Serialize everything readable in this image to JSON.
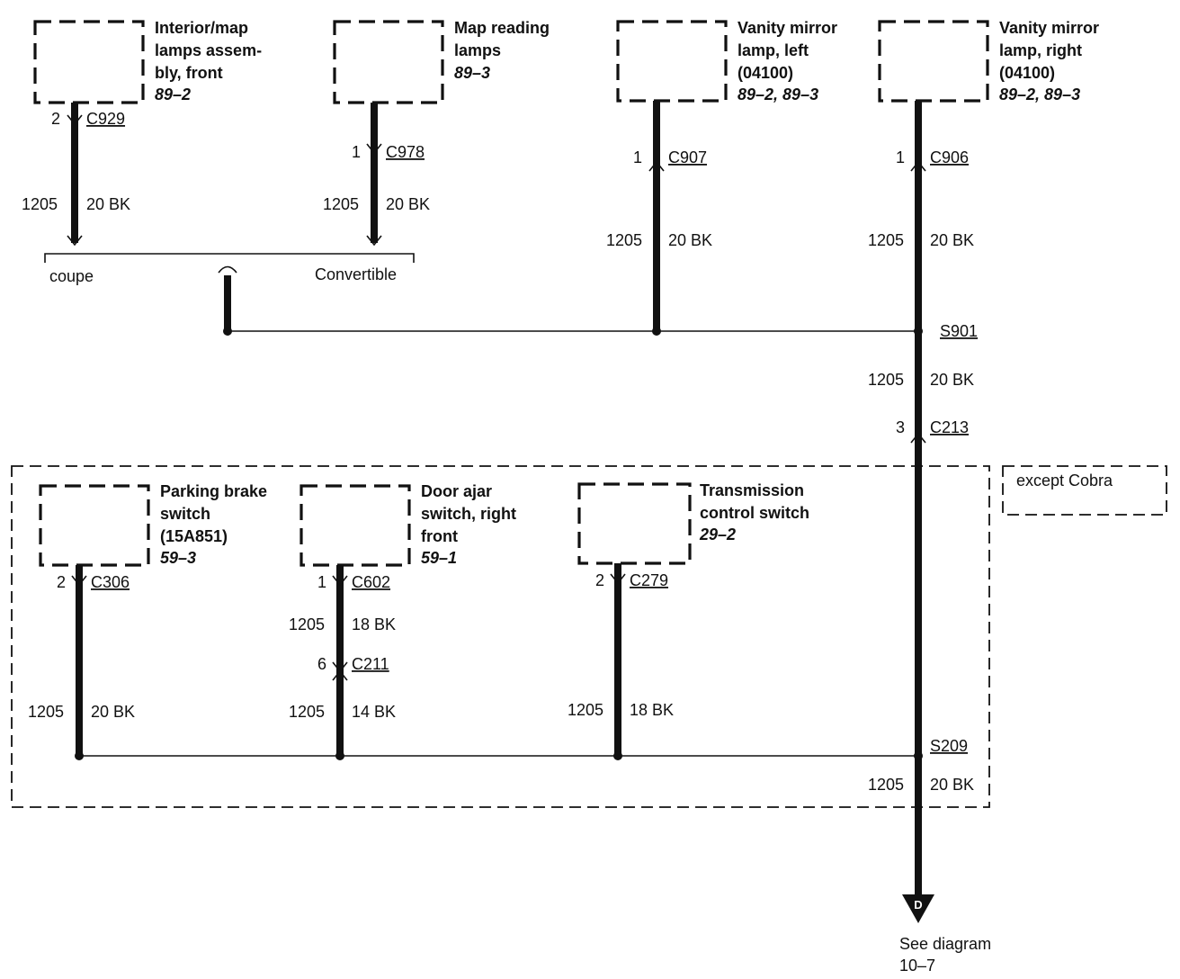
{
  "components": {
    "interior_map": {
      "line1": "Interior/map",
      "line2": "lamps assem-",
      "line3": "bly, front",
      "ref": "89–2"
    },
    "map_reading": {
      "line1": "Map reading",
      "line2": "lamps",
      "ref": "89–3"
    },
    "vanity_left": {
      "line1": "Vanity mirror",
      "line2": "lamp, left",
      "line3": "(04100)",
      "ref": "89–2, 89–3"
    },
    "vanity_right": {
      "line1": "Vanity mirror",
      "line2": "lamp, right",
      "line3": "(04100)",
      "ref": "89–2, 89–3"
    },
    "parking_brake": {
      "line1": "Parking brake",
      "line2": "switch",
      "line3": "(15A851)",
      "ref": "59–3"
    },
    "door_ajar": {
      "line1": "Door ajar",
      "line2": "switch, right",
      "line3": "front",
      "ref": "59–1"
    },
    "transmission": {
      "line1": "Transmission",
      "line2": "control switch",
      "ref": "29–2"
    }
  },
  "connectors": {
    "c929": {
      "pin": "2",
      "name": "C929"
    },
    "c978": {
      "pin": "1",
      "name": "C978"
    },
    "c907": {
      "pin": "1",
      "name": "C907"
    },
    "c906": {
      "pin": "1",
      "name": "C906"
    },
    "c213": {
      "pin": "3",
      "name": "C213"
    },
    "c306": {
      "pin": "2",
      "name": "C306"
    },
    "c602": {
      "pin": "1",
      "name": "C602"
    },
    "c211": {
      "pin": "6",
      "name": "C211"
    },
    "c279": {
      "pin": "2",
      "name": "C279"
    }
  },
  "wires": {
    "w1": {
      "circuit": "1205",
      "spec": "20 BK"
    },
    "w2": {
      "circuit": "1205",
      "spec": "20 BK"
    },
    "w3": {
      "circuit": "1205",
      "spec": "20 BK"
    },
    "w4": {
      "circuit": "1205",
      "spec": "20 BK"
    },
    "w5": {
      "circuit": "1205",
      "spec": "20 BK"
    },
    "w6": {
      "circuit": "1205",
      "spec": "20 BK"
    },
    "w7": {
      "circuit": "1205",
      "spec": "18 BK"
    },
    "w8": {
      "circuit": "1205",
      "spec": "14 BK"
    },
    "w9": {
      "circuit": "1205",
      "spec": "18 BK"
    },
    "w10": {
      "circuit": "1205",
      "spec": "20 BK"
    }
  },
  "splices": {
    "s901": "S901",
    "s209": "S209"
  },
  "options": {
    "coupe": "coupe",
    "convertible": "Convertible"
  },
  "except_label": "except Cobra",
  "destination": {
    "letter": "D",
    "line1": "See diagram",
    "line2": "10–7"
  }
}
